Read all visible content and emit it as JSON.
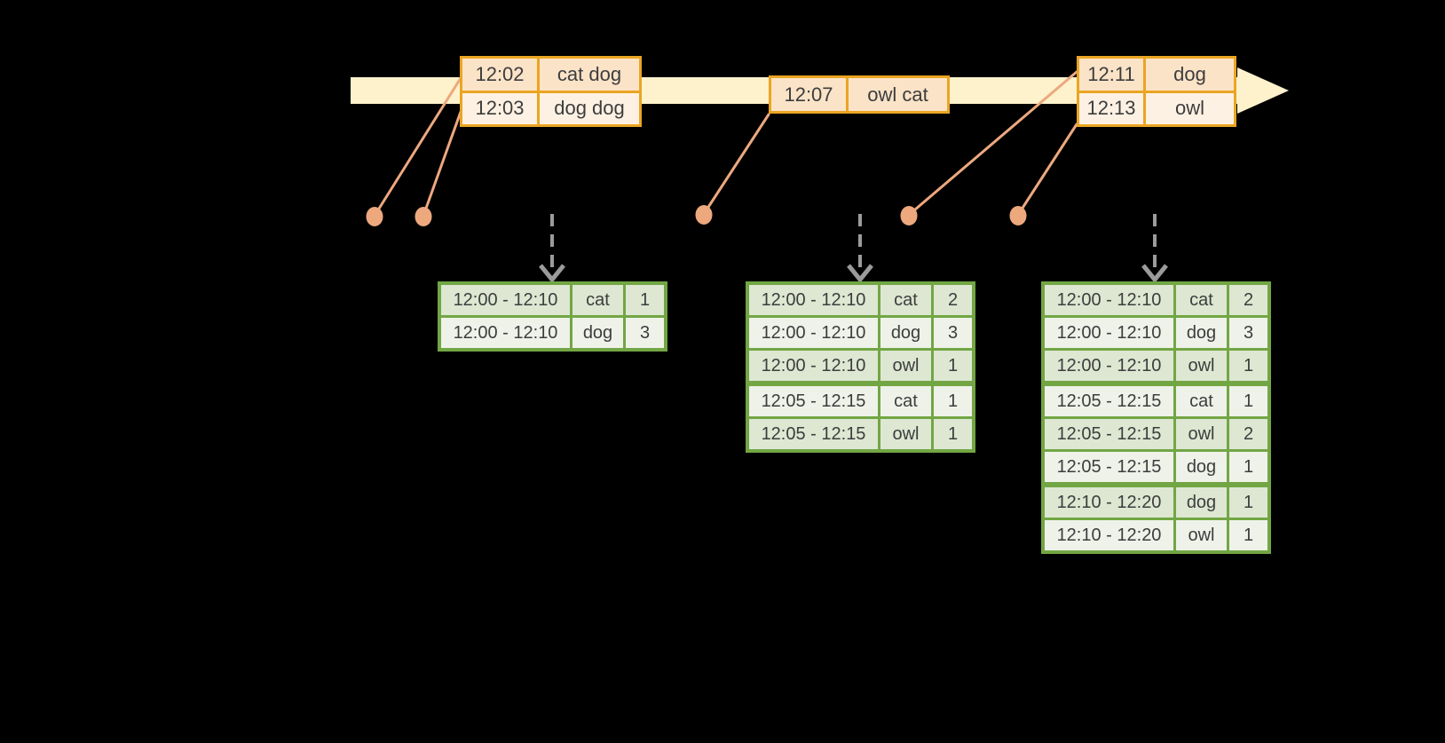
{
  "colors": {
    "background": "#000000",
    "timeline_fill": "#fdf2cc",
    "event_box_border": "#eba522",
    "event_cell_peach": "#fbe3c8",
    "event_cell_cream": "#fdf1e3",
    "connector_salmon": "#eda87e",
    "trigger_arrow_gray": "#9b9b9b",
    "table_border_green": "#72a644",
    "table_row_dark": "#dde7d2",
    "table_row_light": "#eef2e9",
    "text": "#3d3d3d"
  },
  "event_boxes": [
    {
      "rows": [
        {
          "time": "12:02",
          "words": "cat dog"
        },
        {
          "time": "12:03",
          "words": "dog dog"
        }
      ]
    },
    {
      "rows": [
        {
          "time": "12:07",
          "words": "owl cat"
        }
      ]
    },
    {
      "rows": [
        {
          "time": "12:11",
          "words": "dog"
        },
        {
          "time": "12:13",
          "words": "owl"
        }
      ]
    }
  ],
  "result_tables": [
    {
      "rows": [
        {
          "window": "12:00 - 12:10",
          "word": "cat",
          "count": "1"
        },
        {
          "window": "12:00 - 12:10",
          "word": "dog",
          "count": "3"
        }
      ]
    },
    {
      "rows": [
        {
          "window": "12:00 - 12:10",
          "word": "cat",
          "count": "2"
        },
        {
          "window": "12:00 - 12:10",
          "word": "dog",
          "count": "3"
        },
        {
          "window": "12:00 - 12:10",
          "word": "owl",
          "count": "1"
        },
        {
          "window": "12:05 - 12:15",
          "word": "cat",
          "count": "1"
        },
        {
          "window": "12:05 - 12:15",
          "word": "owl",
          "count": "1"
        }
      ]
    },
    {
      "rows": [
        {
          "window": "12:00 - 12:10",
          "word": "cat",
          "count": "2"
        },
        {
          "window": "12:00 - 12:10",
          "word": "dog",
          "count": "3"
        },
        {
          "window": "12:00 - 12:10",
          "word": "owl",
          "count": "1"
        },
        {
          "window": "12:05 - 12:15",
          "word": "cat",
          "count": "1"
        },
        {
          "window": "12:05 - 12:15",
          "word": "owl",
          "count": "2"
        },
        {
          "window": "12:05 - 12:15",
          "word": "dog",
          "count": "1"
        },
        {
          "window": "12:10 - 12:20",
          "word": "dog",
          "count": "1"
        },
        {
          "window": "12:10 - 12:20",
          "word": "owl",
          "count": "1"
        }
      ]
    }
  ]
}
